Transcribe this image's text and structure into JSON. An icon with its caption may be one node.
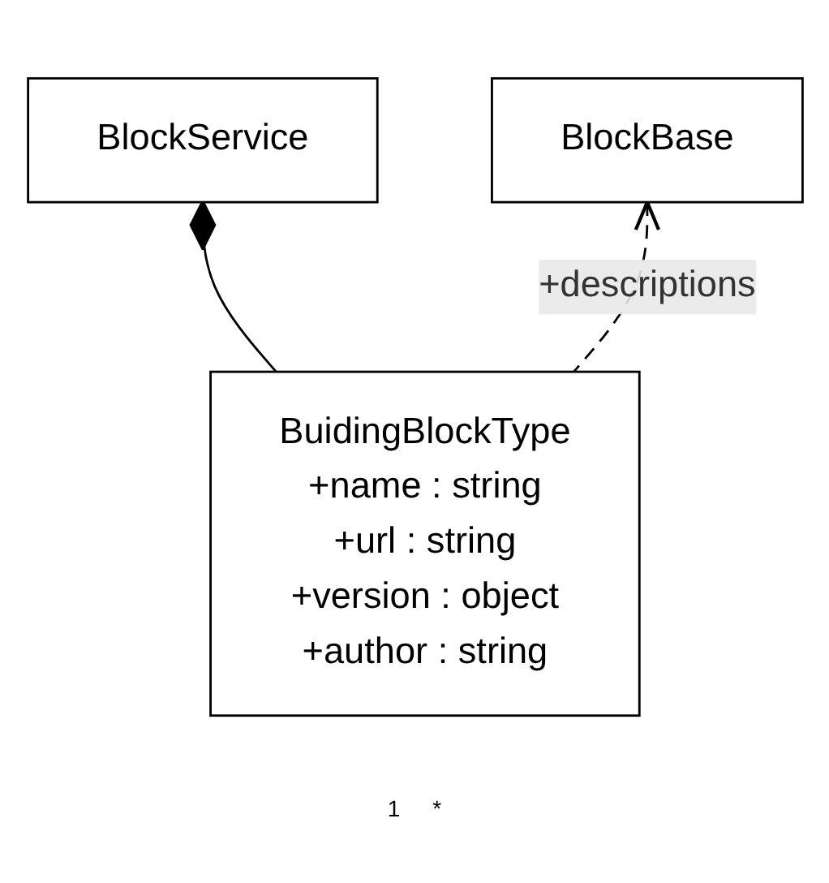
{
  "diagram": {
    "nodes": [
      {
        "text": [
          "BlockService"
        ]
      },
      {
        "text": [
          "BlockBase"
        ]
      },
      {
        "text": [
          "BuidingBlockType",
          "+name : string",
          "+url : string",
          "+version : object",
          "+author : string"
        ]
      }
    ],
    "edges": [
      {
        "from": 0,
        "to": 2,
        "arrow": "other"
      },
      {
        "from": 2,
        "to": 1,
        "arrow": "to",
        "style": "dashed",
        "label": "+descriptions"
      }
    ],
    "labels": [
      "1",
      "*"
    ]
  }
}
